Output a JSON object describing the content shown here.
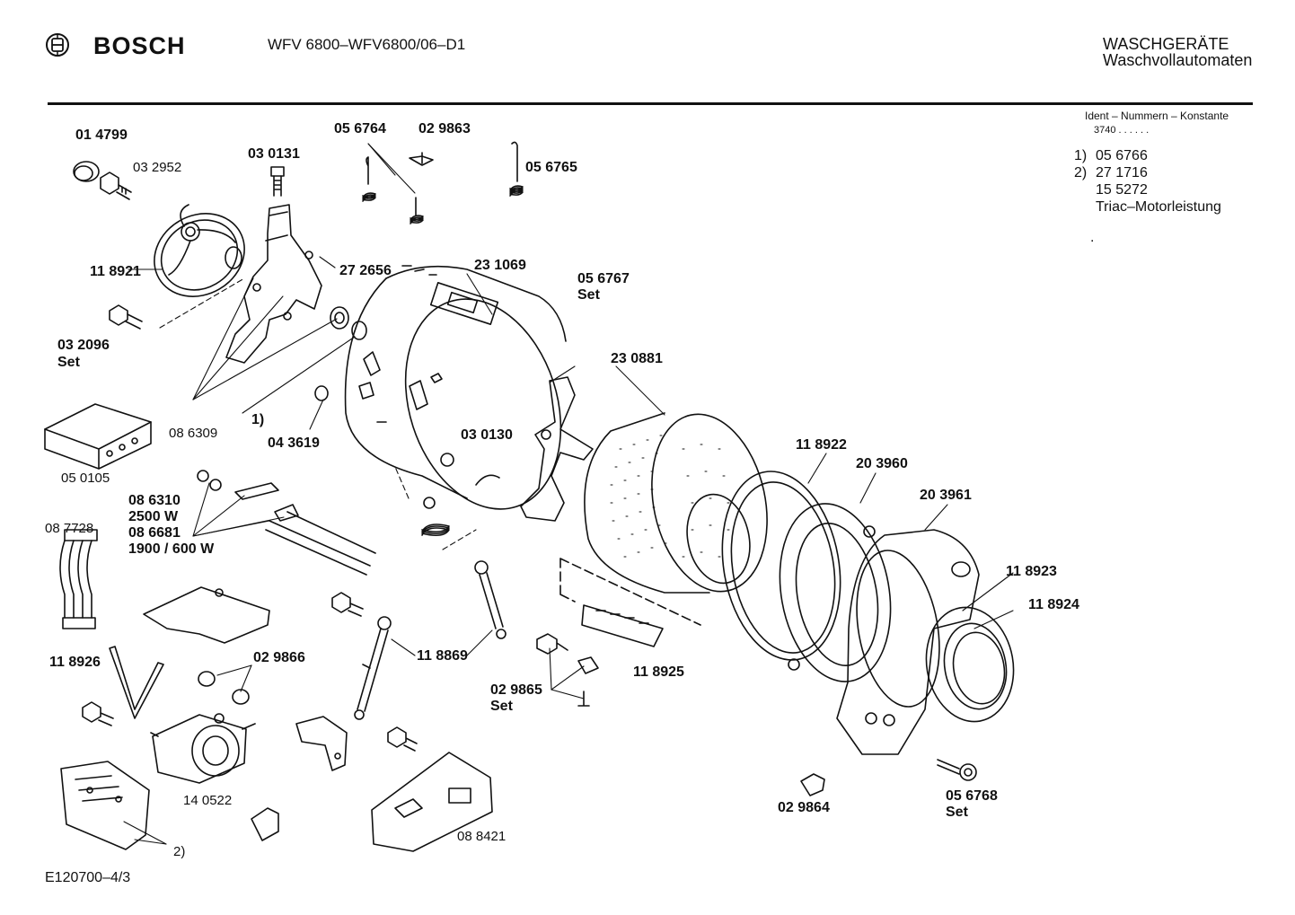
{
  "header": {
    "brand": "BOSCH",
    "model": "WFV 6800–WFV6800/06–D1",
    "category_line1": "WASCHGERÄTE",
    "category_line2": "Waschvollautomaten"
  },
  "ident": {
    "heading": "Ident – Nummern – Konstante",
    "value": "3740 . . . . . ."
  },
  "notes": {
    "n1_marker": "1)",
    "n1_value": "05 6766",
    "n2_marker": "2)",
    "n2_value": "27 1716",
    "n2_extra1": "15 5272",
    "n2_extra2": "Triac–Motorleistung",
    "dot": "."
  },
  "parts": {
    "p014799": "01 4799",
    "p032952": "03 2952",
    "p030131": "03 0131",
    "p056764": "05 6764",
    "p029863": "02 9863",
    "p056765": "05 6765",
    "p118921": "11 8921",
    "p272656": "27 2656",
    "p231069": "23 1069",
    "p056767": "05 6767",
    "p056767_set": "Set",
    "p032096": "03 2096",
    "p032096_set": "Set",
    "p230881": "23 0881",
    "p086309": "08 6309",
    "p_ref1": "1)",
    "p043619": "04 3619",
    "p030130": "03 0130",
    "p050105": "05 0105",
    "p118922": "11 8922",
    "p203960": "20 3960",
    "p203961": "20 3961",
    "p086310": "08 6310",
    "p086310_w": "2500 W",
    "p086681": "08 6681",
    "p086681_w": "1900 / 600 W",
    "p087728": "08 7728",
    "p118923": "11 8923",
    "p118924": "11 8924",
    "p118926": "11 8926",
    "p029866": "02 9866",
    "p118869": "11 8869",
    "p118925": "11 8925",
    "p029865": "02 9865",
    "p029865_set": "Set",
    "p140522": "14 0522",
    "p088421": "08 8421",
    "p029864": "02 9864",
    "p056768": "05 6768",
    "p056768_set": "Set",
    "p_ref2": "2)"
  },
  "footer": {
    "doc_id": "E120700–4/3"
  }
}
